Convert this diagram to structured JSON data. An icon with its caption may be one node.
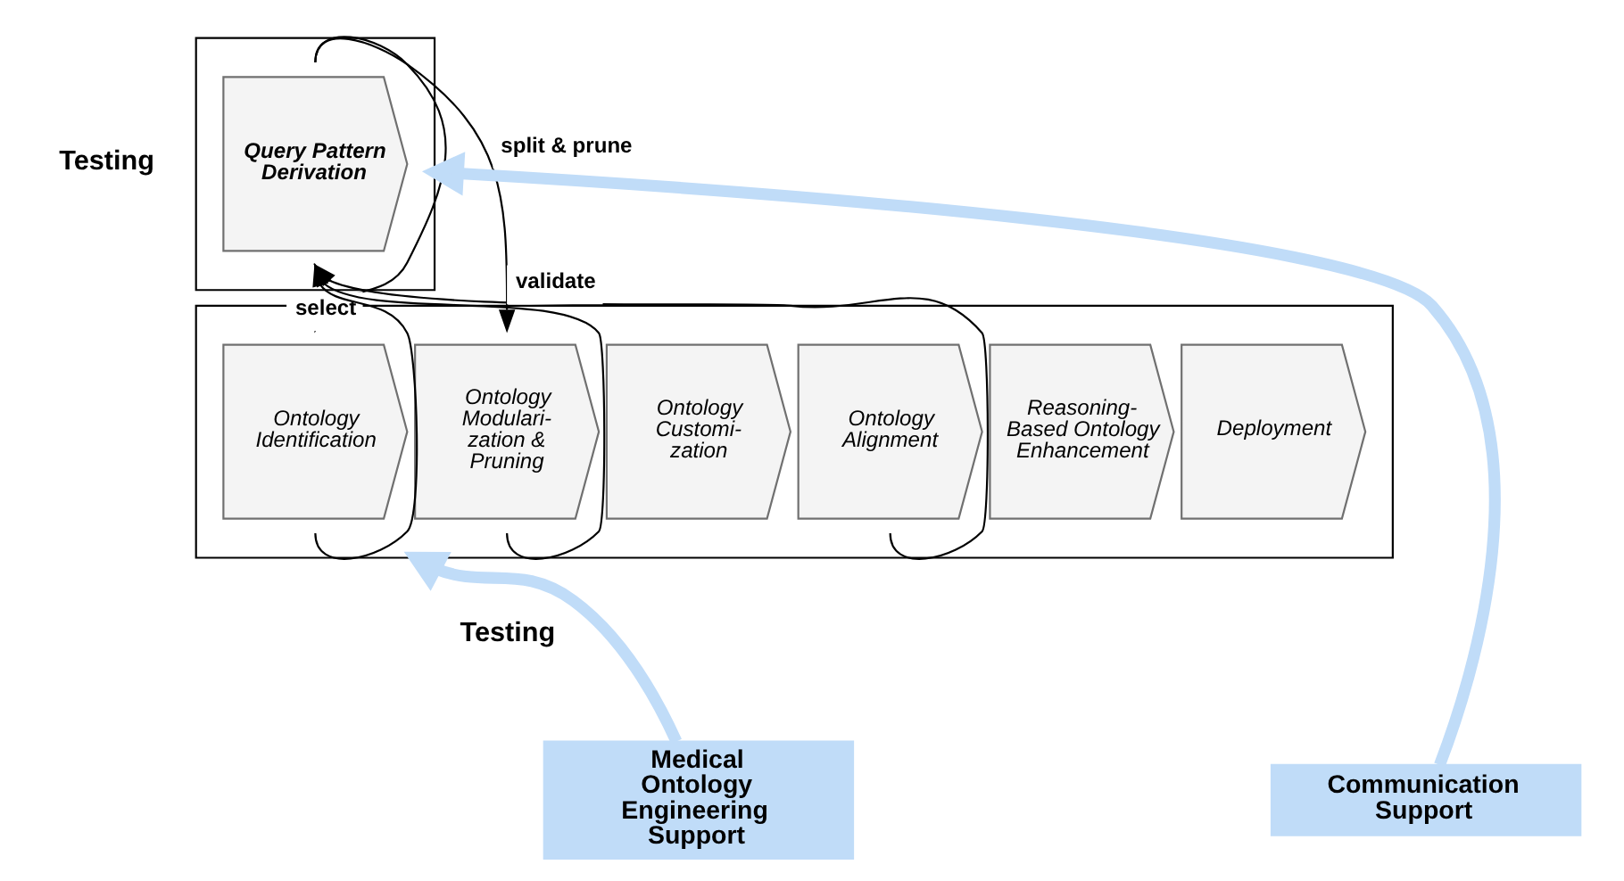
{
  "diagram": {
    "nodes": [
      {
        "text": [],
        "shape": "box"
      },
      {
        "text": [],
        "shape": "box"
      },
      {
        "text": [
          "Query Pattern Derivation"
        ],
        "in": 0
      },
      {
        "text": [
          "Ontology Identification"
        ],
        "in": 1
      },
      {
        "text": [
          "Ontology Modulari- zation & Pruning"
        ],
        "in": 1
      },
      {
        "text": [
          "Ontology Customi- zation"
        ],
        "in": 1
      },
      {
        "text": [
          "Ontology Alignment"
        ],
        "in": 1
      },
      {
        "text": [
          "Reasoning- Based Ontology Enhancement"
        ],
        "in": 1
      },
      {
        "text": [
          "Deployment"
        ],
        "in": 1
      },
      {
        "text": [
          "Communication Support"
        ]
      },
      {
        "text": [
          "Medical Ontology Engineering Support"
        ]
      }
    ],
    "edges": [
      {
        "from": 2,
        "to": 3,
        "arrow": "to",
        "label": "select"
      },
      {
        "from": 2,
        "to": 4,
        "arrow": "to",
        "label": "split & prune"
      },
      {
        "from": 3,
        "to": 2,
        "arrow": "to"
      },
      {
        "from": 4,
        "to": 2,
        "arrow": "to"
      },
      {
        "from": 6,
        "to": 2,
        "arrow": "to",
        "label": "validate"
      },
      {
        "from": 9,
        "to": 0,
        "arrow": "to",
        "color": "#c0dcf8",
        "style": "thick"
      },
      {
        "from": 10,
        "to": 1,
        "arrow": "to",
        "color": "#c0dcf8",
        "style": "thick"
      }
    ],
    "labels": [
      "Testing",
      "Testing"
    ]
  }
}
